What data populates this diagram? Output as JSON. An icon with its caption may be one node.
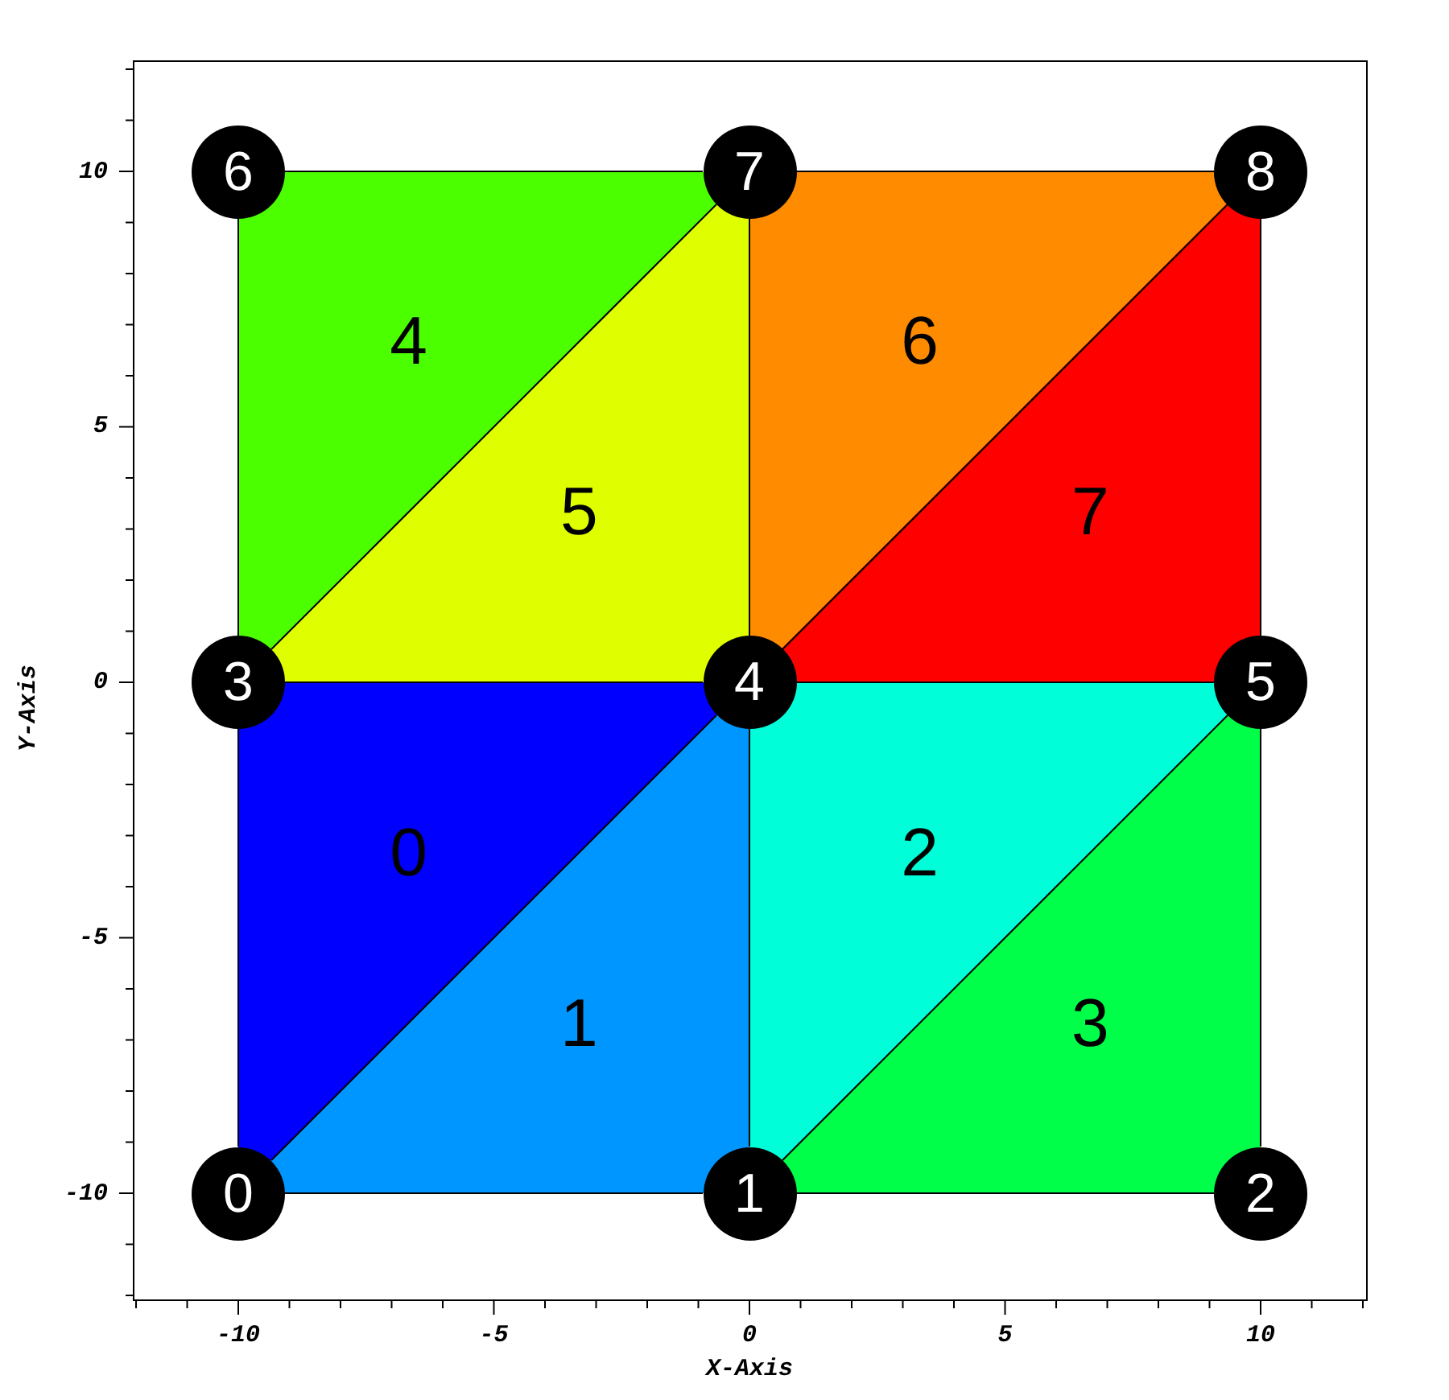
{
  "diagram": {
    "nodes": [
      {
        "text": [
          "6"
        ]
      },
      {
        "text": [
          "7"
        ]
      },
      {
        "text": [
          "8"
        ]
      },
      {
        "text": [
          "4"
        ]
      },
      {
        "text": [
          "6"
        ]
      },
      {
        "text": [
          "5"
        ]
      },
      {
        "text": [
          "7"
        ]
      },
      {
        "text": [
          "3"
        ]
      },
      {
        "text": [
          "4"
        ]
      },
      {
        "text": [
          "5"
        ]
      },
      {
        "text": [
          "0"
        ]
      },
      {
        "text": [
          "2"
        ]
      },
      {
        "text": [
          "1"
        ]
      },
      {
        "text": [
          "3"
        ]
      },
      {
        "text": [
          "0"
        ]
      },
      {
        "text": [
          "1"
        ]
      },
      {
        "text": [
          "2"
        ]
      }
    ],
    "edges": [
      {
        "from": 0,
        "to": 1,
        "arrow": "none"
      },
      {
        "from": 1,
        "to": 2,
        "arrow": "none"
      },
      {
        "from": 0,
        "to": 7,
        "arrow": "none"
      },
      {
        "from": 7,
        "to": 1,
        "arrow": "none"
      },
      {
        "from": 1,
        "to": 8,
        "arrow": "none"
      },
      {
        "from": 8,
        "to": 2,
        "arrow": "none"
      },
      {
        "from": 2,
        "to": 9,
        "arrow": "none"
      },
      {
        "from": 7,
        "to": 8,
        "arrow": "none"
      },
      {
        "from": 8,
        "to": 9,
        "arrow": "none"
      },
      {
        "from": 7,
        "to": 14,
        "arrow": "none"
      },
      {
        "from": 14,
        "to": 8,
        "arrow": "none"
      },
      {
        "from": 8,
        "to": 15,
        "arrow": "none"
      },
      {
        "from": 15,
        "to": 9,
        "arrow": "none"
      },
      {
        "from": 9,
        "to": 16,
        "arrow": "none"
      },
      {
        "from": 14,
        "to": 15,
        "arrow": "none"
      },
      {
        "from": 15,
        "to": 16,
        "arrow": "none"
      }
    ],
    "labels": [
      "10",
      "5",
      "0",
      "-5",
      "-10",
      "Y-Axis",
      "-10",
      "-5",
      "0",
      "5",
      "10",
      "X-Axis"
    ]
  }
}
